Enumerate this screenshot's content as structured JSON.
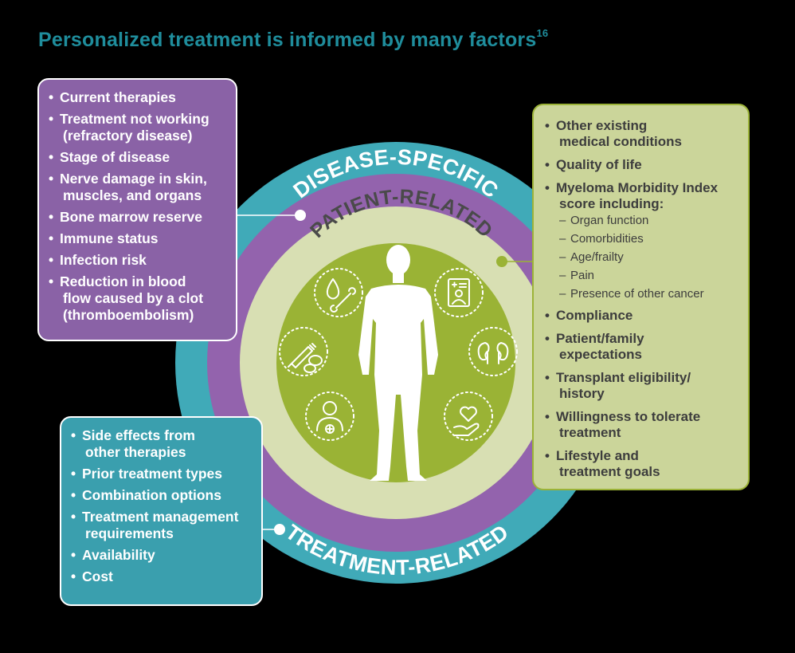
{
  "title": {
    "text": "Personalized treatment is informed by many factors",
    "superscript": "16"
  },
  "colors": {
    "title": "#1f8d9c",
    "teal_ring": "#40aab8",
    "purple_ring": "#9363ad",
    "pale_ring": "#d8dfb3",
    "olive_center": "#9ab335",
    "human": "#ffffff"
  },
  "rings": {
    "outer_label": "TREATMENT-RELATED",
    "middle_label": "DISEASE-SPECIFIC",
    "inner_label": "PATIENT-RELATED"
  },
  "icons": [
    "droplet-bone-icon",
    "medical-record-icon",
    "syringe-pills-icon",
    "kidneys-icon",
    "person-plus-icon",
    "heart-hand-icon"
  ],
  "disease_specific": {
    "items": [
      {
        "line1": "Current therapies",
        "line2": ""
      },
      {
        "line1": "Treatment not working",
        "line2": "(refractory disease)"
      },
      {
        "line1": "Stage of disease",
        "line2": ""
      },
      {
        "line1": "Nerve damage in skin,",
        "line2": "muscles, and organs"
      },
      {
        "line1": "Bone marrow reserve",
        "line2": ""
      },
      {
        "line1": "Immune status",
        "line2": ""
      },
      {
        "line1": "Infection risk",
        "line2": ""
      },
      {
        "line1": "Reduction in blood",
        "line2": "flow caused by a clot",
        "line3": "(thromboembolism)"
      }
    ]
  },
  "treatment_related": {
    "items": [
      {
        "line1": "Side effects from",
        "line2": "other therapies"
      },
      {
        "line1": "Prior treatment types",
        "line2": ""
      },
      {
        "line1": "Combination options",
        "line2": ""
      },
      {
        "line1": "Treatment management",
        "line2": "requirements"
      },
      {
        "line1": "Availability",
        "line2": ""
      },
      {
        "line1": "Cost",
        "line2": ""
      }
    ]
  },
  "patient_related": {
    "items": [
      {
        "line1": "Other existing",
        "line2": "medical conditions"
      },
      {
        "line1": "Quality of life",
        "line2": ""
      },
      {
        "line1": "Myeloma Morbidity Index",
        "line2": "score including:"
      },
      {
        "line1": "Compliance",
        "line2": ""
      },
      {
        "line1": "Patient/family",
        "line2": "expectations"
      },
      {
        "line1": "Transplant eligibility/",
        "line2": "history"
      },
      {
        "line1": "Willingness to tolerate",
        "line2": "treatment"
      },
      {
        "line1": "Lifestyle and",
        "line2": "treatment goals"
      }
    ],
    "subitems": [
      "Organ function",
      "Comorbidities",
      "Age/frailty",
      "Pain",
      "Presence of other cancer"
    ]
  }
}
